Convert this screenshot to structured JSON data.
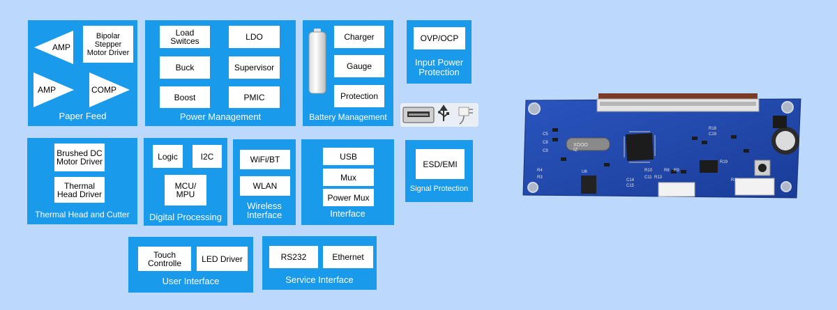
{
  "paper_feed": {
    "caption": "Paper Feed",
    "amp1": "AMP",
    "motor_driver": "Bipolar\nStepper\nMotor Driver",
    "amp2": "AMP",
    "comp": "COMP"
  },
  "power_management": {
    "caption": "Power Management",
    "load_switces": "Load\nSwitces",
    "ldo": "LDO",
    "buck": "Buck",
    "supervisor": "Supervisor",
    "boost": "Boost",
    "pmic": "PMIC"
  },
  "battery_management": {
    "caption": "Battery Management",
    "charger": "Charger",
    "gauge": "Gauge",
    "protection": "Protection"
  },
  "input_power": {
    "caption": "Input Power\nProtection",
    "ovp": "OVP/OCP"
  },
  "thermal_head": {
    "caption": "Thermal Head and Cutter",
    "brushed": "Brushed DC\nMotor Driver",
    "thermal": "Thermal\nHead Driver"
  },
  "digital_processing": {
    "caption": "Digital Processing",
    "logic": "Logic",
    "i2c": "I2C",
    "mcu": "MCU/\nMPU"
  },
  "wireless": {
    "caption": "Wireless\nInterface",
    "wifi": "WiFi/BT",
    "wlan": "WLAN"
  },
  "interface": {
    "caption": "Interface",
    "usb": "USB",
    "mux": "Mux",
    "power_mux": "Power Mux"
  },
  "signal_protection": {
    "caption": "Signal Protection",
    "esd": "ESD/EMI"
  },
  "user_interface": {
    "caption": "User Interface",
    "touch": "Touch\nControlle",
    "led": "LED Driver"
  },
  "service_interface": {
    "caption": "Service Interface",
    "rs232": "RS232",
    "ethernet": "Ethernet"
  },
  "pcb": {
    "crystal": "XOOO\nIZ",
    "refs": [
      "C5",
      "C8",
      "C9",
      "R4",
      "R3",
      "R18",
      "C19",
      "R10",
      "C11",
      "R13",
      "U6",
      "R8",
      "R9",
      "C14",
      "C15",
      "R19",
      "R12"
    ]
  },
  "colors": {
    "page_bg": "#bcd8fb",
    "block": "#1a9aea",
    "pcb": "#1d46a8"
  }
}
